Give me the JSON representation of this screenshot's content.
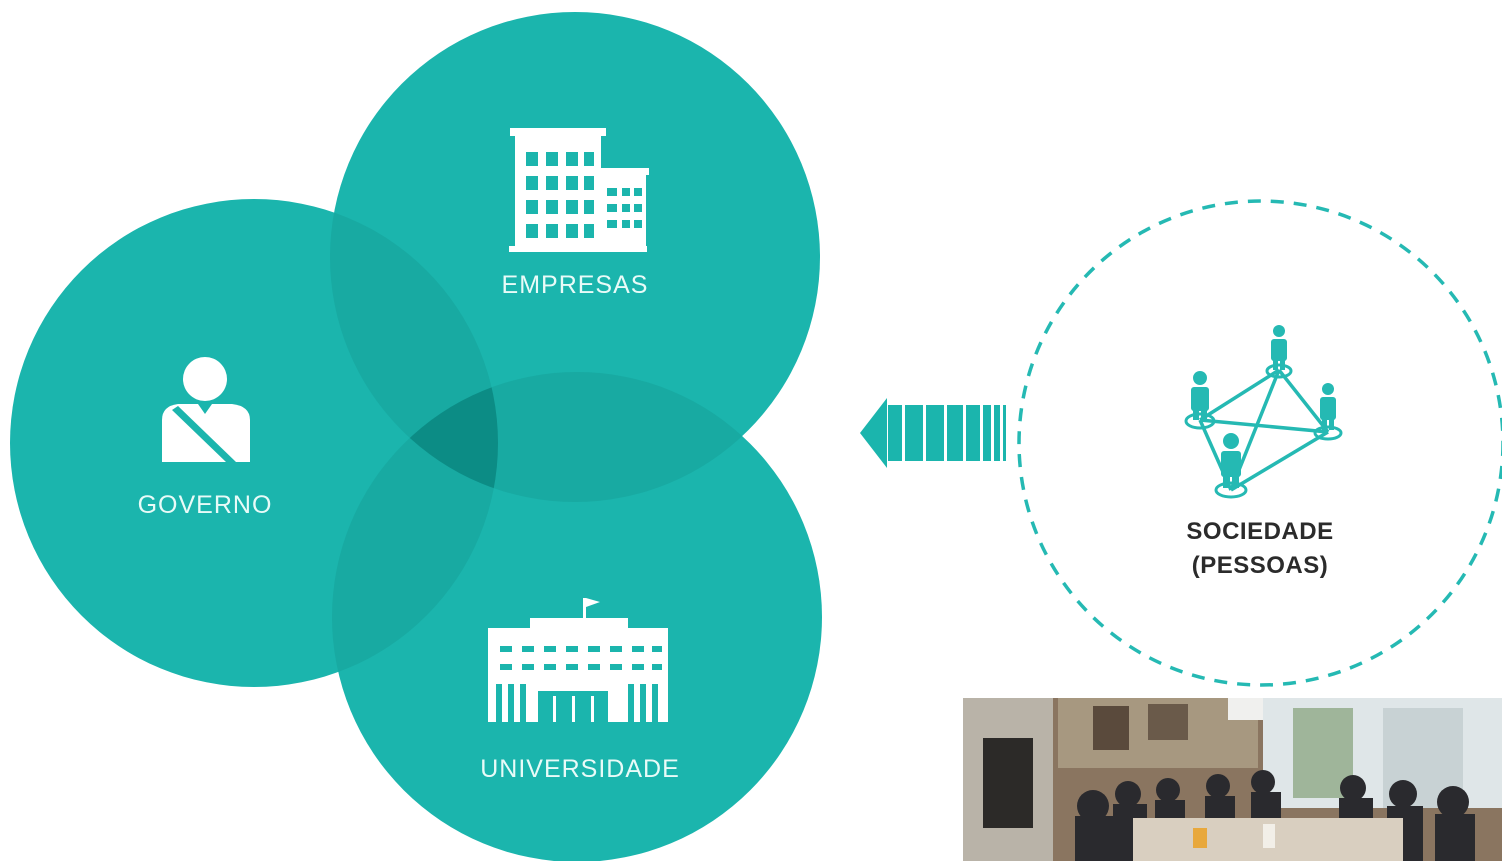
{
  "colors": {
    "circle": "#1bb5ad",
    "overlap": "#17a79f",
    "center": "#0c8c85",
    "dashed": "#25b9b3"
  },
  "nodes": {
    "empresas": {
      "label": "EMPRESAS",
      "icon": "office-building-icon"
    },
    "governo": {
      "label": "GOVERNO",
      "icon": "government-official-icon"
    },
    "universidade": {
      "label": "UNIVERSIDADE",
      "icon": "university-building-icon"
    },
    "sociedade": {
      "label_line1": "SOCIEDADE",
      "label_line2": "(PESSOAS)",
      "icon": "people-network-icon"
    }
  },
  "arrow": {
    "direction": "left",
    "icon": "arrow-left-icon"
  },
  "photo": {
    "description_icon": "meeting-photo"
  }
}
